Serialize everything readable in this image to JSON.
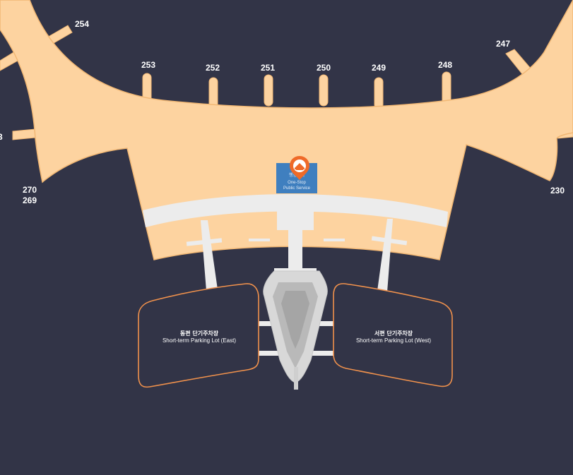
{
  "map": {
    "gates": {
      "g254": "254",
      "g253": "253",
      "g252": "252",
      "g251": "251",
      "g250": "250",
      "g249": "249",
      "g248": "248",
      "g247": "247",
      "g3": "3",
      "g270": "270",
      "g269": "269",
      "g230": "230"
    },
    "service": {
      "title_ko": "행정센터",
      "line1": "One-Stop",
      "line2": "Public Service",
      "icon": "service-center-pin-icon"
    },
    "parking_east": {
      "title_ko": "동편 단기주차장",
      "title_en": "Short-term Parking Lot (East)"
    },
    "parking_west": {
      "title_ko": "서편 단기주차장",
      "title_en": "Short-term Parking Lot (West)"
    },
    "colors": {
      "background": "#323447",
      "concourse": "#fdd3a0",
      "concourse_outline": "#f1b774",
      "road": "#ececec",
      "parking_outline": "#f0914c",
      "service_box": "#3f7fbf",
      "pin": "#ef6a28"
    }
  }
}
